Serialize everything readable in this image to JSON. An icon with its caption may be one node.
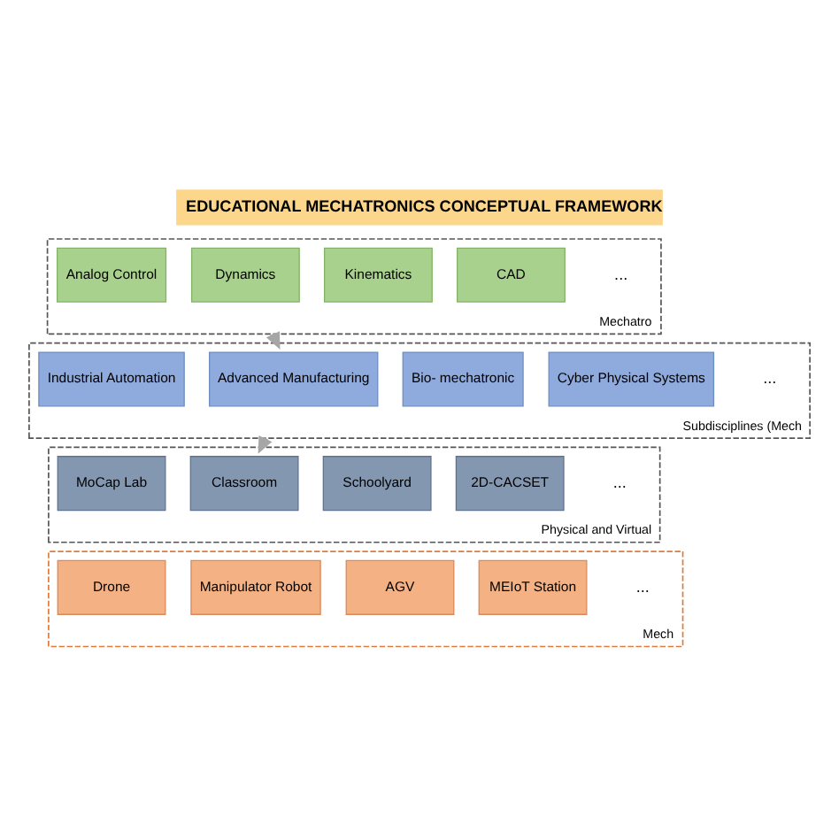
{
  "diagram": {
    "title": "EDUCATIONAL MECHATRONICS CONCEPTUAL FRAMEWORK",
    "nodes": [
      {
        "text": [
          "Mechatro"
        ]
      },
      {
        "text": [
          "Analog Control"
        ],
        "in": 0
      },
      {
        "text": [
          "Dynamics"
        ],
        "in": 0
      },
      {
        "text": [
          "Kinematics"
        ],
        "in": 0
      },
      {
        "text": [
          "CAD"
        ],
        "in": 0
      },
      {
        "text": [
          "Subdisciplines (Mech"
        ]
      },
      {
        "text": [
          "Industrial Automation"
        ],
        "in": 5
      },
      {
        "text": [
          "Advanced Manufacturing"
        ],
        "in": 5
      },
      {
        "text": [
          "Bio- mechatronic"
        ],
        "in": 5
      },
      {
        "text": [
          "Cyber Physical Systems"
        ],
        "in": 5
      },
      {
        "text": [
          "Physical and Virtual"
        ]
      },
      {
        "text": [
          "MoCap Lab"
        ],
        "in": 10
      },
      {
        "text": [
          "Classroom"
        ],
        "in": 10
      },
      {
        "text": [
          "Schoolyard"
        ],
        "in": 10
      },
      {
        "text": [
          "2D-CACSET"
        ],
        "in": 10
      },
      {
        "text": [
          "Mech"
        ]
      },
      {
        "text": [
          "Drone"
        ],
        "in": 15
      },
      {
        "text": [
          "Manipulator Robot"
        ],
        "in": 15
      },
      {
        "text": [
          "AGV"
        ],
        "in": 15
      },
      {
        "text": [
          "MEIoT Station"
        ],
        "in": 15
      }
    ],
    "edges": [
      {
        "from": 0,
        "to": 5,
        "arrow": "to"
      },
      {
        "from": 5,
        "to": 10,
        "arrow": "to"
      }
    ],
    "labels": [
      "...",
      "...",
      "...",
      "..."
    ]
  }
}
